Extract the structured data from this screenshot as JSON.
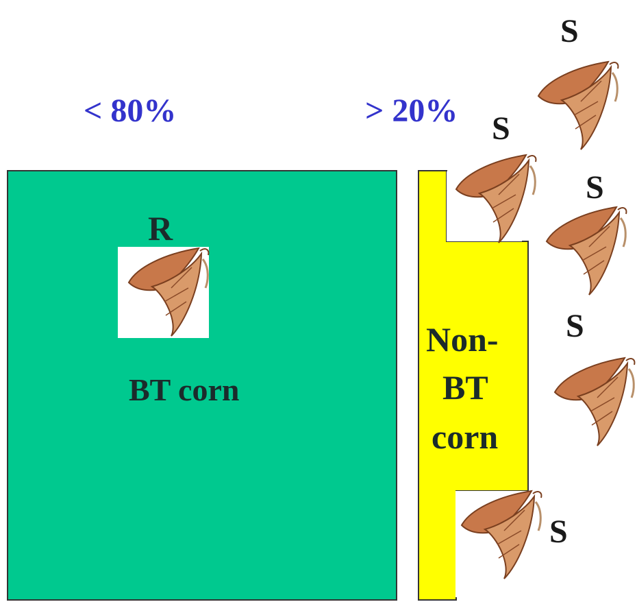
{
  "percentages": {
    "bt": "< 80%",
    "refuge": "> 20%"
  },
  "fields": {
    "bt": {
      "label": "BT corn",
      "color": "#00c98f"
    },
    "refuge": {
      "label_lines": [
        "Non-",
        "BT",
        "corn"
      ],
      "color": "#ffff00"
    }
  },
  "moths": {
    "resistant_label": "R",
    "susceptible_label": "S"
  },
  "colors": {
    "percent_text": "#3333cc",
    "moth_body": "#c87a4a"
  }
}
